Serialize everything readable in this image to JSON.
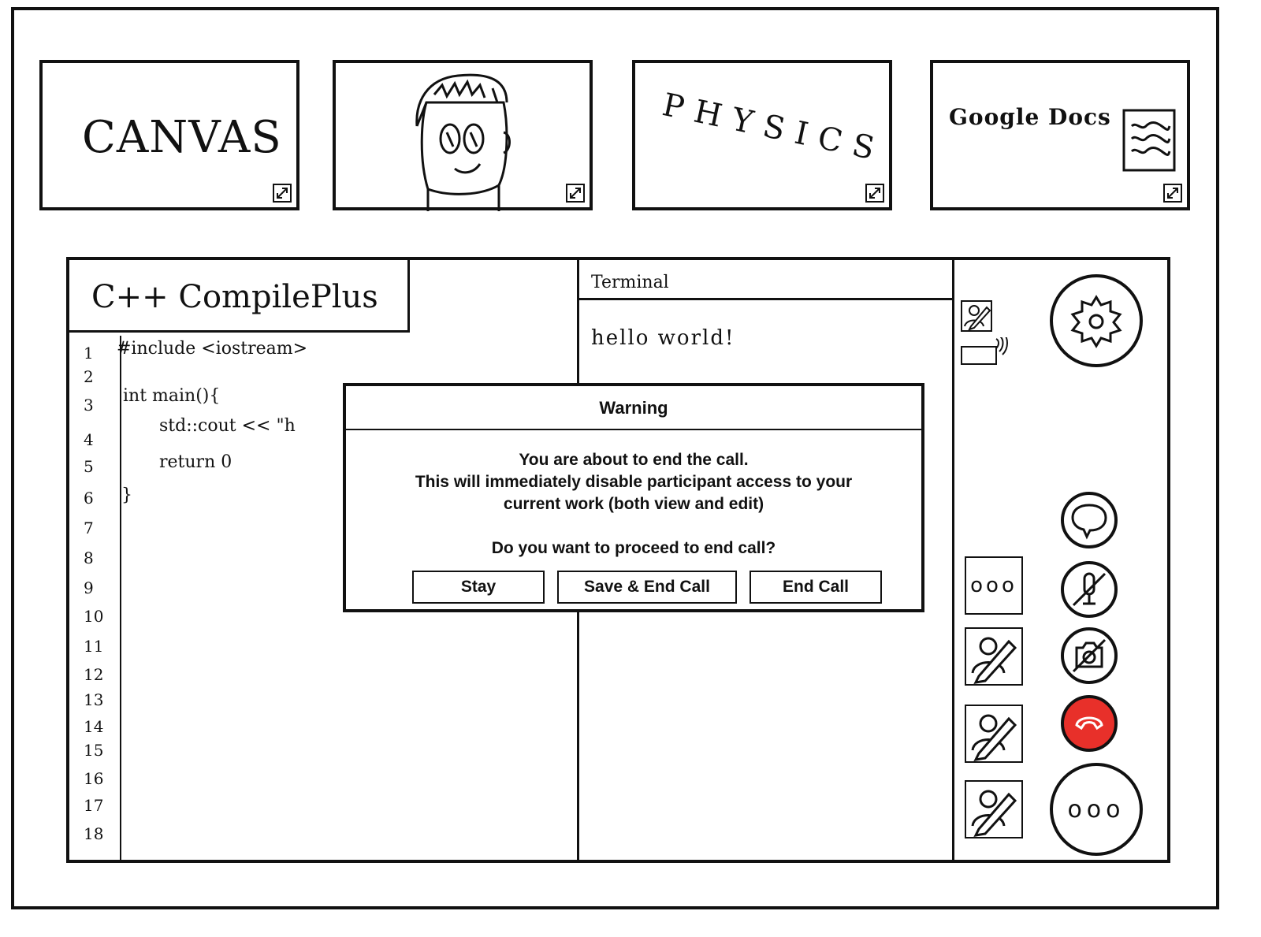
{
  "tiles": [
    {
      "label": "CANVAS"
    },
    {
      "label": ""
    },
    {
      "label": "PHYSICS"
    },
    {
      "label": "Google Docs"
    }
  ],
  "editor": {
    "title": "C++ CompilePlus",
    "line_numbers": [
      "1",
      "2",
      "3",
      "4",
      "5",
      "6",
      "7",
      "8",
      "9",
      "10",
      "11",
      "12",
      "13",
      "14",
      "15",
      "16",
      "17",
      "18"
    ],
    "code_lines": [
      "#include <iostream>",
      "",
      "int main(){",
      "std::cout << \"h",
      "return 0",
      "}"
    ]
  },
  "terminal": {
    "title": "Terminal",
    "output": "hello world!"
  },
  "modal": {
    "title": "Warning",
    "message_line1": "You are about to end the call.",
    "message_line2": "This will immediately disable participant access to your",
    "message_line3": "current work (both view and edit)",
    "question": "Do you want to proceed to end call?",
    "buttons": {
      "stay": "Stay",
      "save_end": "Save & End Call",
      "end": "End Call"
    }
  },
  "side_panel": {
    "more_tile": "ooo",
    "more_button": "ooo"
  },
  "colors": {
    "end_call": "#e8302a",
    "stroke": "#111111"
  },
  "icons": [
    "expand-icon",
    "settings-gear-icon",
    "chat-bubble-icon",
    "mic-off-icon",
    "camera-off-icon",
    "end-call-icon",
    "more-icon",
    "participant-edit-icon",
    "cast-icon"
  ]
}
